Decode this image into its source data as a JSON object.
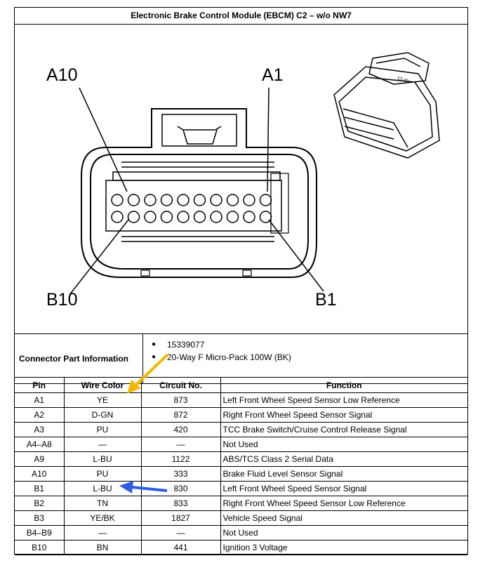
{
  "title": "Electronic Brake Control Module (EBCM) C2 – w/o NW7",
  "diagram": {
    "labels": {
      "a10": "A10",
      "a1": "A1",
      "b10": "B10",
      "b1": "B1"
    },
    "connector_logo_text": "CLIP"
  },
  "connector_info": {
    "label": "Connector Part Information",
    "items": [
      "15339077",
      "20-Way F Micro-Pack 100W (BK)"
    ]
  },
  "table": {
    "headers": [
      "Pin",
      "Wire Color",
      "Circuit No.",
      "Function"
    ],
    "rows": [
      [
        "A1",
        "YE",
        "873",
        "Left Front Wheel Speed Sensor Low Reference"
      ],
      [
        "A2",
        "D-GN",
        "872",
        "Right Front Wheel Speed Sensor Signal"
      ],
      [
        "A3",
        "PU",
        "420",
        "TCC Brake Switch/Cruise Control Release Signal"
      ],
      [
        "A4–A8",
        "—",
        "—",
        "Not Used"
      ],
      [
        "A9",
        "L-BU",
        "1122",
        "ABS/TCS Class 2 Serial Data"
      ],
      [
        "A10",
        "PU",
        "333",
        "Brake Fluid Level Sensor Signal"
      ],
      [
        "B1",
        "L-BU",
        "830",
        "Left Front Wheel Speed Sensor Signal"
      ],
      [
        "B2",
        "TN",
        "833",
        "Right Front Wheel Speed Sensor Low Reference"
      ],
      [
        "B3",
        "YE/BK",
        "1827",
        "Vehicle Speed Signal"
      ],
      [
        "B4–B9",
        "—",
        "—",
        "Not Used"
      ],
      [
        "B10",
        "BN",
        "441",
        "Ignition 3 Voltage"
      ]
    ]
  },
  "colors": {
    "yellow_arrow": "#f5b800",
    "blue_arrow": "#2f5fe0"
  }
}
